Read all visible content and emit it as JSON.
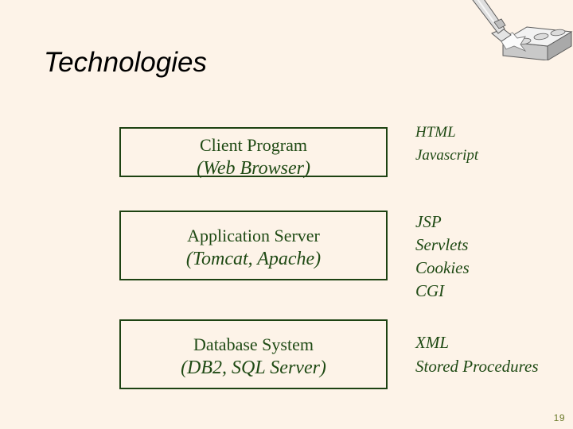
{
  "slide": {
    "title": "Technologies",
    "page_number": "19",
    "background_color": "#fdf3e8",
    "accent_color": "#1f4a14",
    "border_color": "#1d4212",
    "title_color": "#000000",
    "page_number_color": "#6b7a2a"
  },
  "decoration": {
    "name": "trowel-and-cinder-block-clipart",
    "block_color": "#d8d8d8",
    "block_top_color": "#f4f4f4",
    "block_side_color": "#b8b8b8",
    "trowel_color": "#dcdcdc",
    "outline_color": "#555555"
  },
  "layers": [
    {
      "id": "client",
      "box_line1": "Client Program",
      "box_line2": "(Web Browser)",
      "technologies": [
        "HTML",
        "Javascript"
      ]
    },
    {
      "id": "appserver",
      "box_line1": "Application Server",
      "box_line2": "(Tomcat, Apache)",
      "technologies": [
        "JSP",
        "Servlets",
        "Cookies",
        "CGI"
      ]
    },
    {
      "id": "database",
      "box_line1": "Database System",
      "box_line2": "(DB2, SQL Server)",
      "technologies": [
        "XML",
        "Stored Procedures"
      ]
    }
  ]
}
